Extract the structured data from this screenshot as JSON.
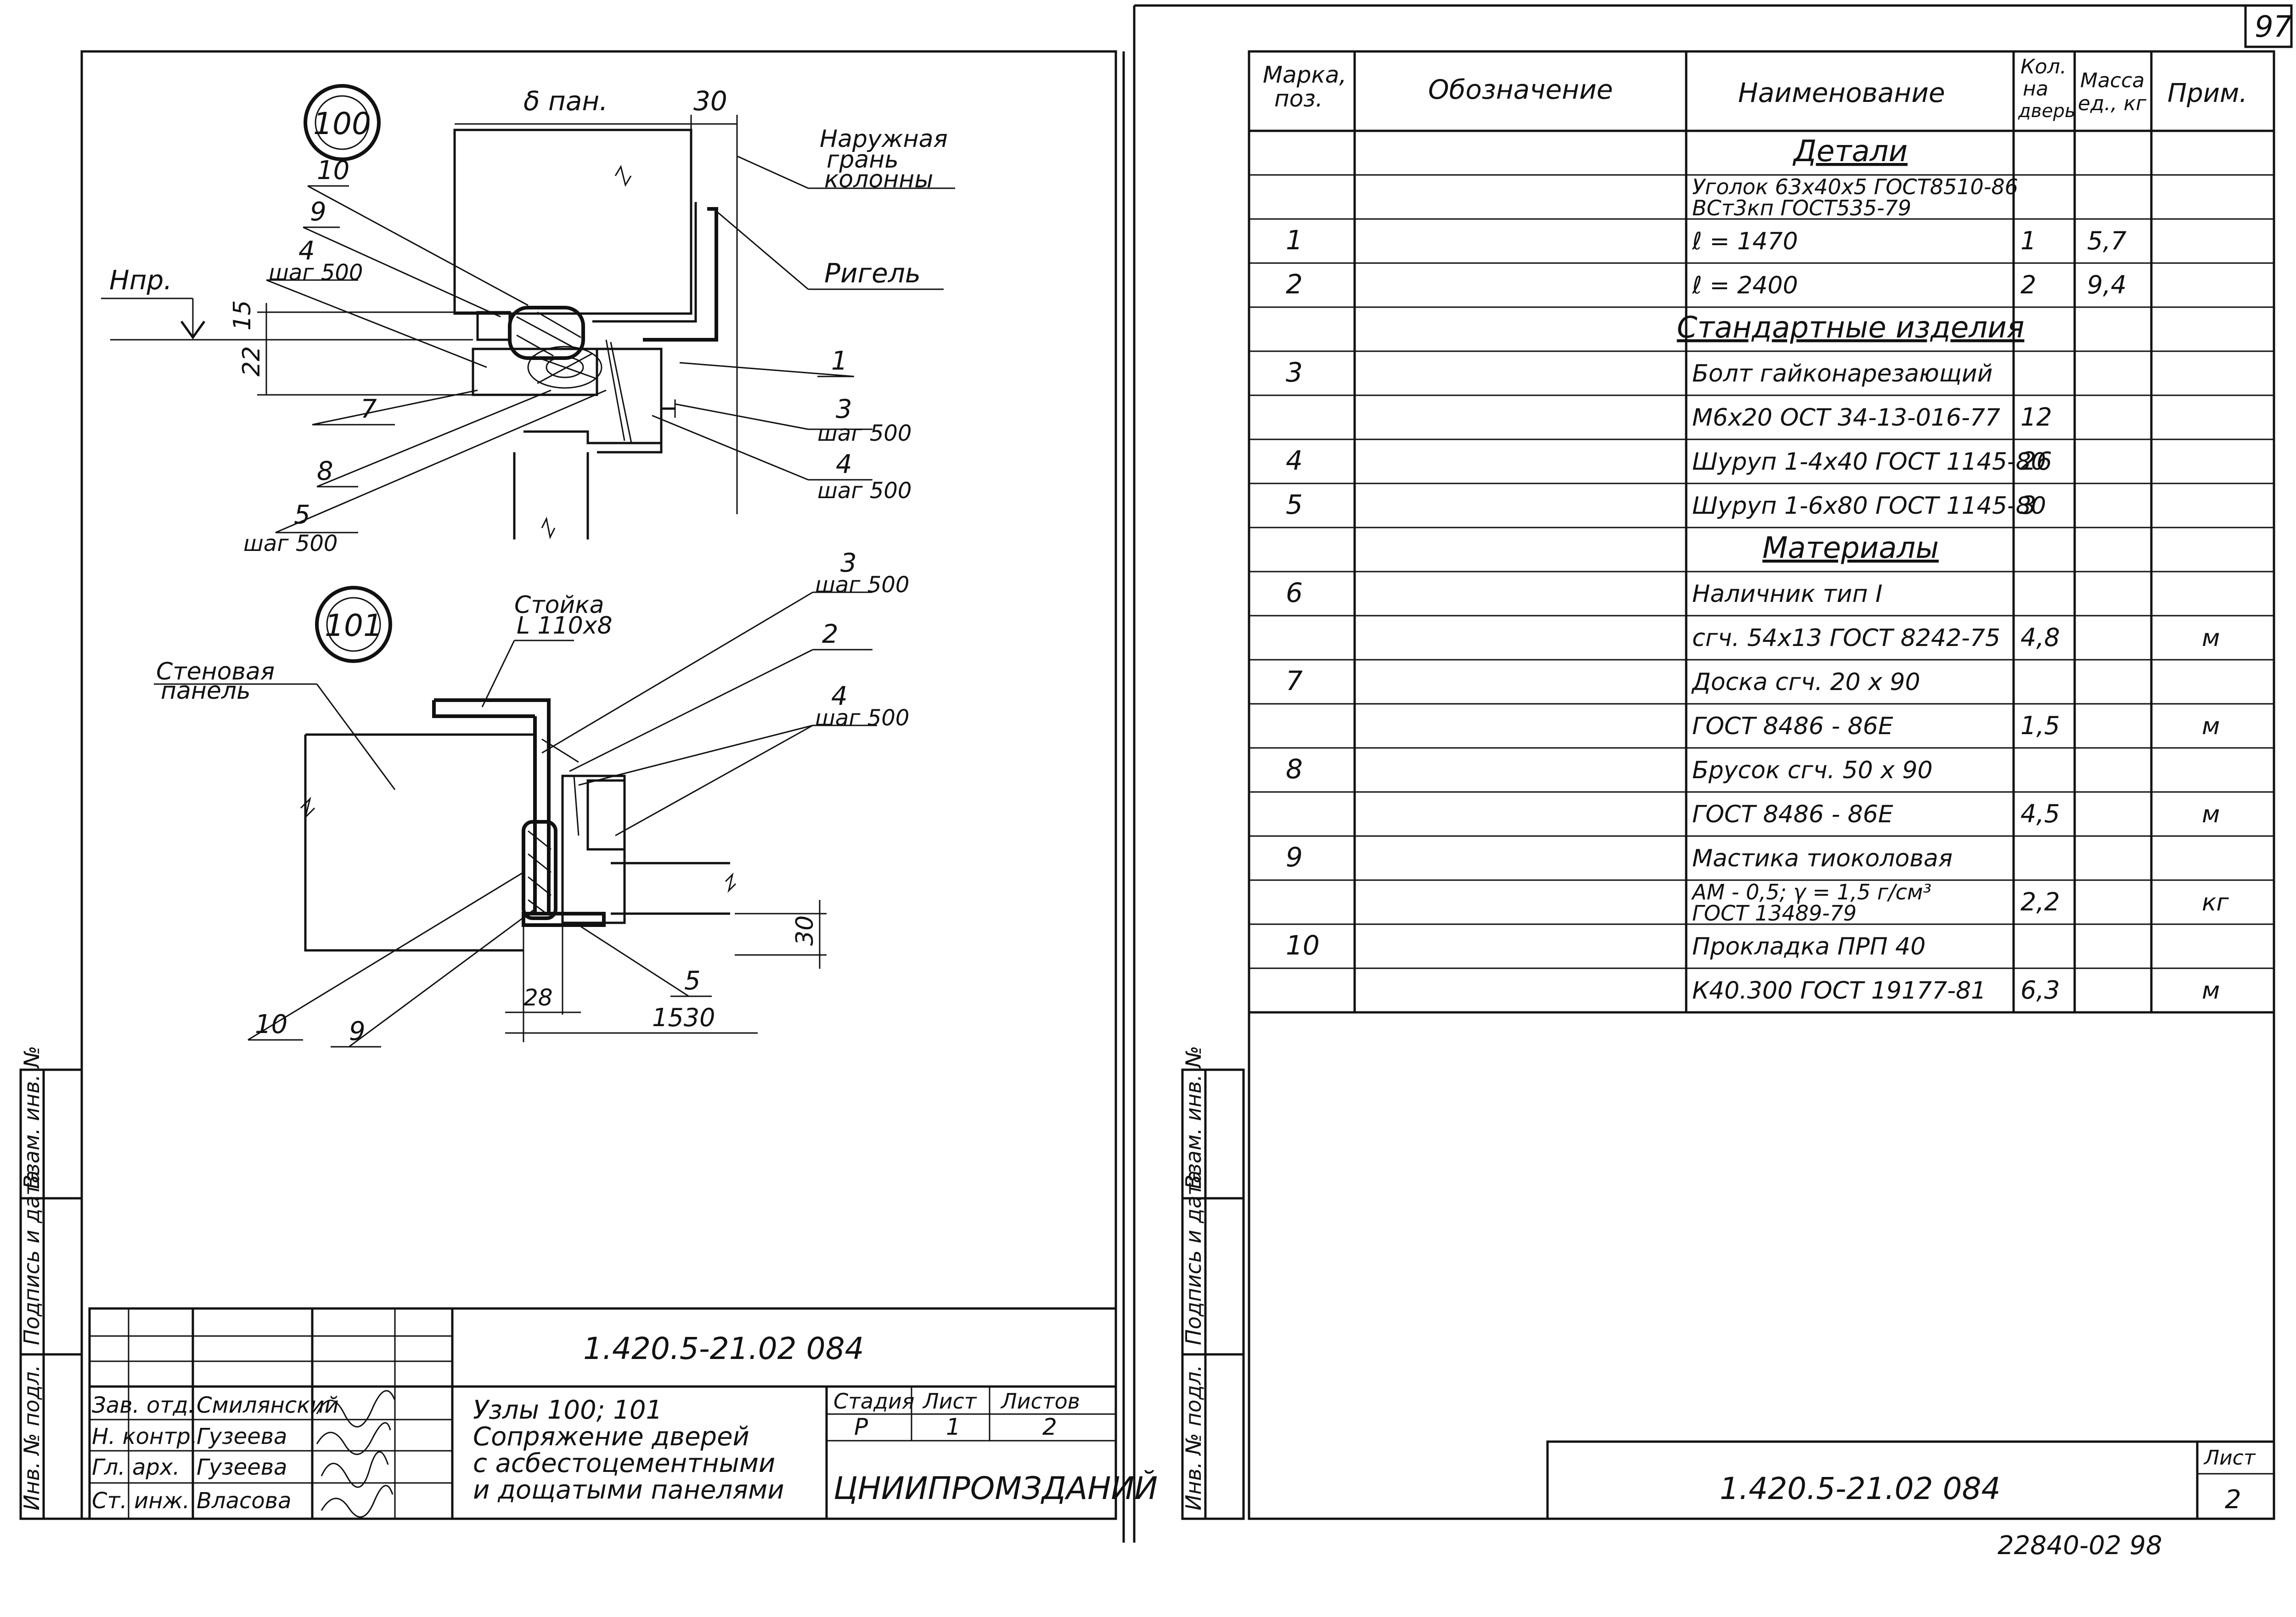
{
  "page_number_top": "97",
  "left_sheet": {
    "node_100": {
      "label": "100",
      "dim_delta": "δ пан.",
      "dim_30": "30",
      "outer_face": [
        "Наружная",
        "грань",
        "колонны"
      ],
      "rigel": "Ригель",
      "npr": "Нпр.",
      "dim_15": "15",
      "dim_22": "22",
      "callouts": [
        {
          "pos": "10"
        },
        {
          "pos": "9"
        },
        {
          "pos": "4",
          "note": "шаг 500"
        },
        {
          "pos": "7"
        },
        {
          "pos": "8"
        },
        {
          "pos": "5",
          "note": "шаг 500"
        },
        {
          "pos": "1"
        },
        {
          "pos": "3",
          "note": "шаг 500"
        },
        {
          "pos": "4",
          "note": "шаг 500"
        }
      ]
    },
    "node_101": {
      "label": "101",
      "stoyka": [
        "Стойка",
        "L 110x8"
      ],
      "wall_panel": [
        "Стеновая",
        "панель"
      ],
      "callouts": [
        {
          "pos": "3",
          "note": "шаг 500"
        },
        {
          "pos": "2"
        },
        {
          "pos": "4",
          "note": "шаг 500"
        },
        {
          "pos": "5"
        },
        {
          "pos": "10"
        },
        {
          "pos": "9"
        }
      ],
      "dim_30": "30",
      "dim_28": "28",
      "dim_1530": "1530"
    },
    "side_stamp": [
      "Инв. № подл.",
      "Подпись и дата",
      "Взам. инв. №"
    ],
    "title_block": {
      "doc_code": "1.420.5-21.02 084",
      "people": [
        {
          "role": "Зав. отд.",
          "name": "Смилянский"
        },
        {
          "role": "Н. контр.",
          "name": "Гузеева"
        },
        {
          "role": "Гл. арх.",
          "name": "Гузеева"
        },
        {
          "role": "Ст. инж.",
          "name": "Власова"
        }
      ],
      "title": [
        "Узлы     100; 101",
        "Сопряжение дверей",
        "с асбестоцементными",
        "и дощатыми панелями"
      ],
      "stage_header": "Стадия",
      "sheet_header": "Лист",
      "sheets_header": "Листов",
      "stage": "Р",
      "sheet": "1",
      "sheets": "2",
      "org": "ЦНИИПРОМЗДАНИЙ"
    }
  },
  "right_sheet": {
    "table": {
      "headers": [
        "Марка, поз.",
        "Обозначение",
        "Наименование",
        "Кол. на дверь",
        "Масса ед., кг",
        "Прим."
      ],
      "header_lines": {
        "mark": [
          "Марка,",
          "поз."
        ],
        "qty": [
          "Кол.",
          "на",
          "дверь"
        ],
        "mass": [
          "Масса",
          "ед., кг"
        ]
      },
      "rows": [
        {
          "pos": "",
          "name": "Детали",
          "qty": "",
          "mass": "",
          "note": "",
          "section": true
        },
        {
          "pos": "",
          "name": "Уголок  63x40x5 ГОСТ8510-86",
          "name2": "ВСт3кп ГОСТ535-79",
          "qty": "",
          "mass": "",
          "note": ""
        },
        {
          "pos": "1",
          "name": "ℓ = 1470",
          "qty": "1",
          "mass": "5,7",
          "note": ""
        },
        {
          "pos": "2",
          "name": "ℓ = 2400",
          "qty": "2",
          "mass": "9,4",
          "note": ""
        },
        {
          "pos": "",
          "name": "Стандартные изделия",
          "qty": "",
          "mass": "",
          "note": "",
          "section": true
        },
        {
          "pos": "3",
          "name": "Болт гайконарезающий",
          "qty": "",
          "mass": "",
          "note": ""
        },
        {
          "pos": "",
          "name": "М6x20 ОСТ 34-13-016-77",
          "qty": "12",
          "mass": "",
          "note": ""
        },
        {
          "pos": "4",
          "name": "Шуруп 1-4x40 ГОСТ 1145-80",
          "qty": "26",
          "mass": "",
          "note": ""
        },
        {
          "pos": "5",
          "name": "Шуруп 1-6x80 ГОСТ 1145-80",
          "qty": "3",
          "mass": "",
          "note": ""
        },
        {
          "pos": "",
          "name": "Материалы",
          "qty": "",
          "mass": "",
          "note": "",
          "section": true
        },
        {
          "pos": "6",
          "name": "Наличник  тип I",
          "qty": "",
          "mass": "",
          "note": ""
        },
        {
          "pos": "",
          "name": "сгч. 54x13 ГОСТ 8242-75",
          "qty": "4,8",
          "mass": "",
          "note": "м"
        },
        {
          "pos": "7",
          "name": "Доска  сгч. 20 x 90",
          "qty": "",
          "mass": "",
          "note": ""
        },
        {
          "pos": "",
          "name": "ГОСТ 8486 - 86Е",
          "qty": "1,5",
          "mass": "",
          "note": "м"
        },
        {
          "pos": "8",
          "name": "Брусок  сгч. 50 x 90",
          "qty": "",
          "mass": "",
          "note": ""
        },
        {
          "pos": "",
          "name": "ГОСТ  8486 - 86Е",
          "qty": "4,5",
          "mass": "",
          "note": "м"
        },
        {
          "pos": "9",
          "name": "Мастика  тиоколовая",
          "qty": "",
          "mass": "",
          "note": ""
        },
        {
          "pos": "",
          "name": "АМ - 0,5;  γ = 1,5 г/см³",
          "name2": "ГОСТ 13489-79",
          "qty": "2,2",
          "mass": "",
          "note": "кг"
        },
        {
          "pos": "10",
          "name": "Прокладка  ПРП 40",
          "qty": "",
          "mass": "",
          "note": ""
        },
        {
          "pos": "",
          "name": "К40.300 ГОСТ 19177-81",
          "qty": "6,3",
          "mass": "",
          "note": "м"
        }
      ]
    },
    "side_stamp": [
      "Инв. № подл.",
      "Подпись и дата",
      "Взам. инв. №"
    ],
    "footer": {
      "doc_code": "1.420.5-21.02 084",
      "sheet_label": "Лист",
      "sheet_no": "2"
    }
  },
  "archive_number": "22840-02  98"
}
